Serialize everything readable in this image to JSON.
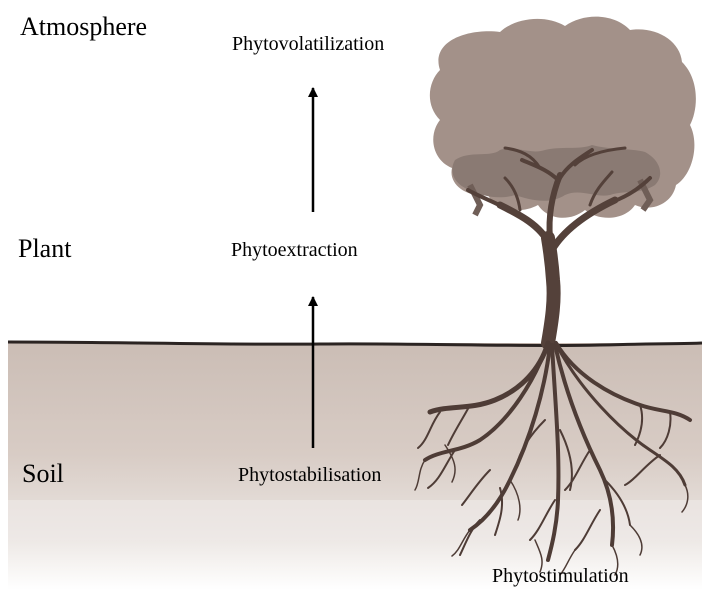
{
  "layers": {
    "atmosphere": "Atmosphere",
    "plant": "Plant",
    "soil": "Soil"
  },
  "processes": {
    "phytovolatilization": "Phytovolatilization",
    "phytoextraction": "Phytoextraction",
    "phytostabilisation": "Phytostabilisation",
    "phytostimulation": "Phytostimulation"
  },
  "colors": {
    "soil_band": "#cdbfb8",
    "ground_line": "#2b2422",
    "canopy": "#a39189",
    "canopy_dark": "#8a7a73",
    "trunk": "#54413a",
    "roots": "#4e3c36",
    "arrow": "#000000"
  }
}
